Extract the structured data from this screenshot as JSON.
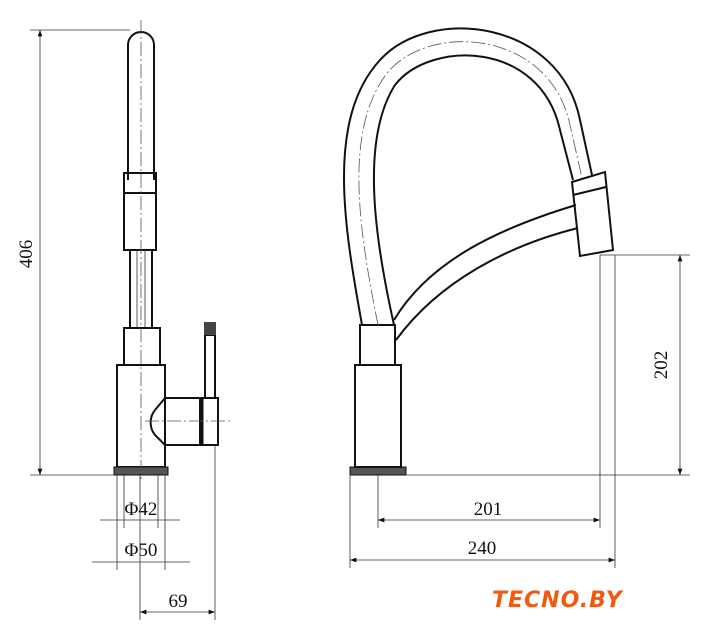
{
  "dimensions": {
    "height_total": "406",
    "spout_height": "202",
    "base_diameter_inner": "Φ42",
    "base_diameter_outer": "Φ50",
    "handle_reach": "69",
    "spout_reach": "201",
    "total_reach": "240"
  },
  "logo": {
    "text": "TECNO.BY",
    "color": "#f25a0f"
  }
}
